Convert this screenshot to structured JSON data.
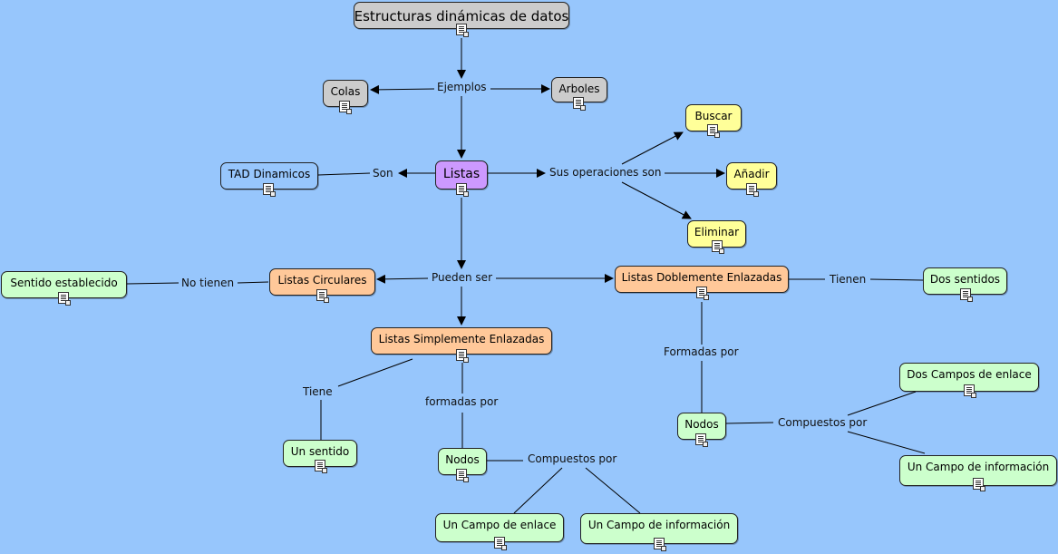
{
  "title": "Estructuras dinámicas de datos",
  "nodes": {
    "colas": "Colas",
    "arboles": "Arboles",
    "listas": "Listas",
    "tad": "TAD Dinamicos",
    "buscar": "Buscar",
    "anadir": "Añadir",
    "eliminar": "Eliminar",
    "circulares": "Listas Circulares",
    "sentido_establecido": "Sentido establecido",
    "doble": "Listas Doblemente Enlazadas",
    "dos_sentidos": "Dos sentidos",
    "simple": "Listas Simplemente Enlazadas",
    "un_sentido": "Un sentido",
    "nodos1": "Nodos",
    "campo_enlace": "Un Campo de enlace",
    "campo_info1": "Un Campo de información",
    "nodos2": "Nodos",
    "dos_campos": "Dos Campos de enlace",
    "campo_info2": "Un Campo de información"
  },
  "links": {
    "ejemplos": "Ejemplos",
    "son": "Son",
    "operaciones": "Sus operaciones son",
    "pueden": "Pueden ser",
    "no_tienen": "No tienen",
    "tienen": "Tienen",
    "tiene": "Tiene",
    "formadas1": "formadas por",
    "compuestos1": "Compuestos por",
    "formadas2": "Formadas por",
    "compuestos2": "Compuestos por"
  },
  "colors": {
    "background": "#97c6fc",
    "gray": "#cccccc",
    "purple": "#cc99ff",
    "yellow": "#ffff99",
    "orange": "#ffc899",
    "green": "#ccffcc"
  },
  "icons": [
    "document-icon"
  ]
}
